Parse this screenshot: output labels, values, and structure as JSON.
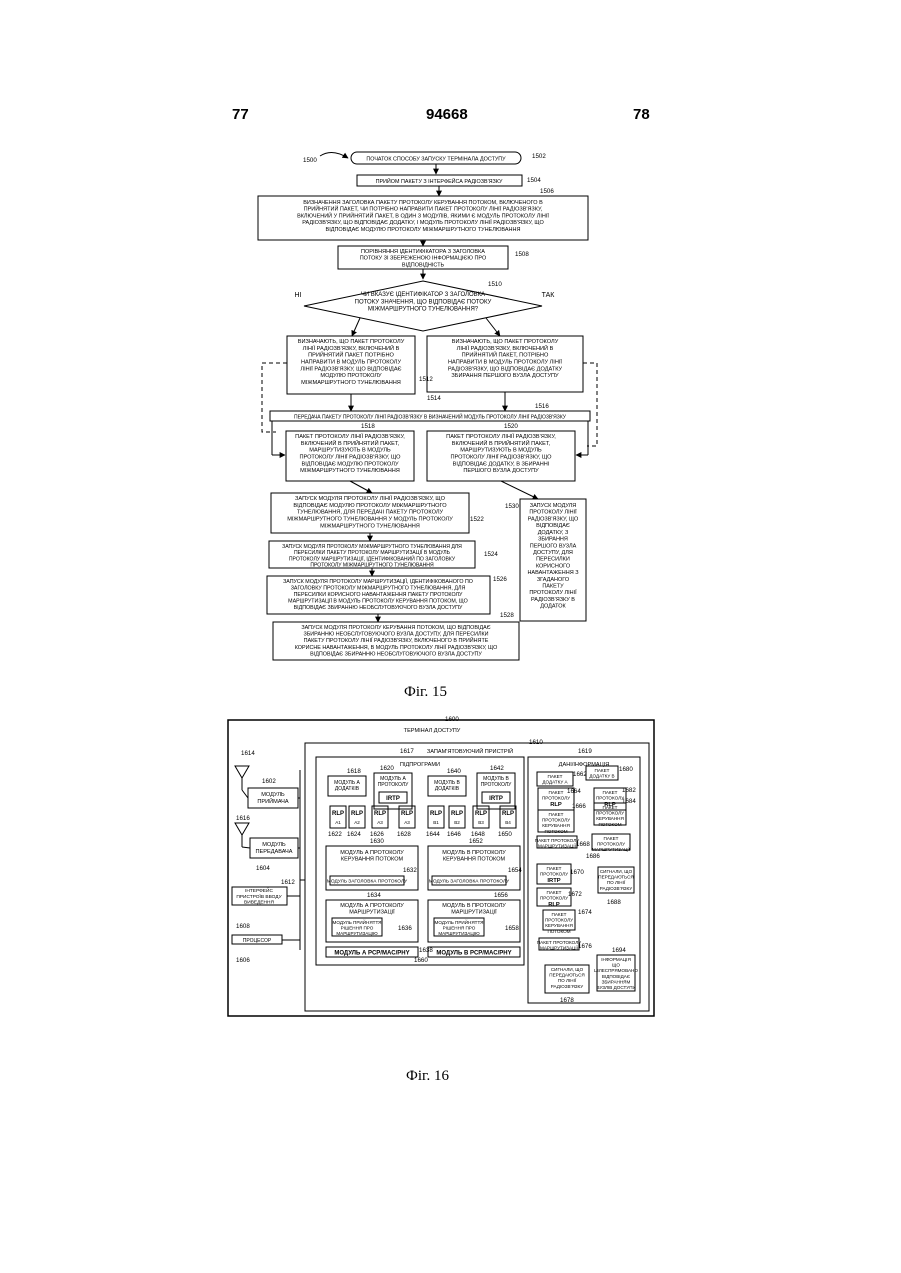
{
  "header": {
    "left_page": "77",
    "doc_number": "94668",
    "right_page": "78"
  },
  "fig15": {
    "caption": "Фіг. 15",
    "ref_main": "1500",
    "start": {
      "text": "ПОЧАТОК СПОСОБУ ЗАПУСКУ ТЕРМІНАЛА ДОСТУПУ",
      "ref": "1502"
    },
    "receive": {
      "text": "ПРИЙОМ ПАКЕТУ З ІНТЕРФЕЙСА РАДІОЗВ'ЯЗКУ",
      "ref": "1504"
    },
    "determine": {
      "ref": "1506",
      "lines": [
        "ВИЗНАЧЕННЯ ЗАГОЛОВКА ПАКЕТУ ПРОТОКОЛУ КЕРУВАННЯ ПОТОКОМ, ВКЛЮЧЕНОГО В",
        "ПРИЙНЯТИЙ ПАКЕТ, ЧИ ПОТРІБНО НАПРАВИТИ ПАКЕТ ПРОТОКОЛУ ЛІНІЇ РАДІОЗВ'ЯЗКУ,",
        "ВКЛЮЧЕНИЙ У ПРИЙНЯТИЙ ПАКЕТ, В ОДИН З МОДУЛІВ, ЯКИМИ Є МОДУЛЬ ПРОТОКОЛУ ЛІНІЇ",
        "РАДІОЗВ'ЯЗКУ, ЩО ВІДПОВІДАЄ ДОДАТКУ, І МОДУЛЬ ПРОТОКОЛУ ЛІНІЇ РАДІОЗВ'ЯЗКУ, ЩО",
        "ВІДПОВІДАЄ МОДУЛЮ ПРОТОКОЛУ МІЖМАРШРУТНОГО ТУНЕЛЮВАННЯ"
      ]
    },
    "compare": {
      "ref": "1508",
      "lines": [
        "ПОРІВНЯННЯ ІДЕНТИФІКАТОРА З ЗАГОЛОВКА",
        "ПОТОКУ ЗІ ЗБЕРЕЖЕНОЮ ІНФОРМАЦІЄЮ ПРО",
        "ВІДПОВІДНІСТЬ"
      ]
    },
    "decision": {
      "ref": "1510",
      "no": "НІ",
      "yes": "ТАК",
      "lines": [
        "ЧИ ВКАЗУЄ ІДЕНТИФІКАТОР З ЗАГОЛОВКА",
        "ПОТОКУ ЗНАЧЕННЯ, ЩО ВІДПОВІДАЄ ПОТОКУ",
        "МІЖМАРШРУТНОГО ТУНЕЛЮВАННЯ?"
      ]
    },
    "b1512": {
      "ref": "1512",
      "lines": [
        "ВИЗНАЧАЮТЬ, ЩО ПАКЕТ ПРОТОКОЛУ",
        "ЛІНІЇ РАДІОЗВ'ЯЗКУ, ВКЛЮЧЕНИЙ В",
        "ПРИЙНЯТИЙ ПАКЕТ ПОТРІБНО",
        "НАПРАВИТИ В МОДУЛЬ ПРОТОКОЛУ",
        "ЛІНІЇ РАДІОЗВ'ЯЗКУ, ЩО ВІДПОВІДАЄ",
        "МОДУЛЮ ПРОТОКОЛУ",
        "МІЖМАРШРУТНОГО ТУНЕЛЮВАННЯ"
      ]
    },
    "b1514": {
      "ref": "1514",
      "lines": [
        "ВИЗНАЧАЮТЬ, ЩО ПАКЕТ ПРОТОКОЛУ",
        "ЛІНІЇ РАДІОЗВ'ЯЗКУ, ВКЛЮЧЕНИЙ В",
        "ПРИЙНЯТИЙ ПАКЕТ, ПОТРІБНО",
        "НАПРАВИТИ В МОДУЛЬ ПРОТОКОЛУ ЛІНІЇ",
        "РАДІОЗВ'ЯЗКУ, ЩО ВІДПОВІДАЄ ДОДАТКУ",
        "ЗБИРАННЯ ПЕРШОГО ВУЗЛА ДОСТУПУ"
      ]
    },
    "b1516": {
      "ref": "1516",
      "text": "ПЕРЕДАЧА ПАКЕТУ ПРОТОКОЛУ ЛІНІЇ РАДІОЗВ'ЯЗКУ В ВИЗНАЧЕНИЙ МОДУЛЬ ПРОТОКОЛУ ЛІНІЇ РАДІОЗВ'ЯЗКУ"
    },
    "b1518": {
      "ref": "1518",
      "lines": [
        "ПАКЕТ ПРОТОКОЛУ ЛІНІЇ РАДІОЗВ'ЯЗКУ,",
        "ВКЛЮЧЕНИЙ В ПРИЙНЯТИЙ ПАКЕТ,",
        "МАРШРУТИЗУЮТЬ В МОДУЛЬ",
        "ПРОТОКОЛУ ЛІНІЇ РАДІОЗВ'ЯЗКУ, ЩО",
        "ВІДПОВІДАЄ МОДУЛЮ ПРОТОКОЛУ",
        "МІЖМАРШРУТНОГО ТУНЕЛЮВАННЯ"
      ]
    },
    "b1520": {
      "ref": "1520",
      "lines": [
        "ПАКЕТ ПРОТОКОЛУ ЛІНІЇ РАДІОЗВ'ЯЗКУ,",
        "ВКЛЮЧЕНИЙ В ПРИЙНЯТИЙ ПАКЕТ,",
        "МАРШРУТИЗУЮТЬ В МОДУЛЬ",
        "ПРОТОКОЛУ ЛІНІЇ РАДІОЗВ'ЯЗКУ, ЩО",
        "ВІДПОВІДАЄ ДОДАТКУ, В ЗБИРАННІ",
        "ПЕРШОГО ВУЗЛА ДОСТУПУ"
      ]
    },
    "b1522": {
      "ref": "1522",
      "lines": [
        "ЗАПУСК МОДУЛЯ ПРОТОКОЛУ ЛІНІЇ РАДІОЗВ'ЯЗКУ, ЩО",
        "ВІДПОВІДАЄ МОДУЛЮ ПРОТОКОЛУ МІЖМАРШРУТНОГО",
        "ТУНЕЛЮВАННЯ, ДЛЯ ПЕРЕДАЧІ ПАКЕТУ ПРОТОКОЛУ",
        "МІЖМАРШРУТНОГО ТУНЕЛЮВАННЯ У МОДУЛЬ ПРОТОКОЛУ",
        "МІЖМАРШРУТНОГО ТУНЕЛЮВАННЯ"
      ]
    },
    "b1524": {
      "ref": "1524",
      "lines": [
        "ЗАПУСК МОДУЛЯ ПРОТОКОЛУ МІЖМАРШРУТНОГО ТУНЕЛЮВАННЯ ДЛЯ",
        "ПЕРЕСИЛКИ ПАКЕТУ ПРОТОКОЛУ МАРШРУТИЗАЦІЇ В МОДУЛЬ",
        "ПРОТОКОЛУ МАРШРУТИЗАЦІЇ, ІДЕНТИФІКОВАНИЙ ПО ЗАГОЛОВКУ",
        "ПРОТОКОЛУ МІЖМАРШРУТНОГО ТУНЕЛЮВАННЯ"
      ]
    },
    "b1526": {
      "ref": "1526",
      "lines": [
        "ЗАПУСК МОДУЛЯ ПРОТОКОЛУ МАРШРУТИЗАЦІЇ, ІДЕНТИФІКОВАНОГО ПО",
        "ЗАГОЛОВКУ ПРОТОКОЛУ МІЖМАРШРУТНОГО ТУНЕЛЮВАННЯ, ДЛЯ",
        "ПЕРЕСИЛКИ КОРИСНОГО НАВАНТАЖЕННЯ ПАКЕТУ ПРОТОКОЛУ",
        "МАРШРУТИЗАЦІЇ В МОДУЛЬ ПРОТОКОЛУ КЕРУВАННЯ ПОТОКОМ, ЩО",
        "ВІДПОВІДАЄ ЗБИРАННЮ НЕОБСЛУГОВУЮЧОГО ВУЗЛА ДОСТУПУ"
      ]
    },
    "b1528": {
      "ref": "1528",
      "lines": [
        "ЗАПУСК МОДУЛЯ ПРОТОКОЛУ КЕРУВАННЯ ПОТОКОМ, ЩО ВІДПОВІДАЄ",
        "ЗБИРАННЮ НЕОБСЛУГОВУЮЧОГО ВУЗЛА ДОСТУПУ, ДЛЯ ПЕРЕСИЛКИ",
        "ПАКЕТУ ПРОТОКОЛУ ЛІНІЇ РАДІОЗВ'ЯЗКУ, ВКЛЮЧЕНОГО В ПРИЙНЯТЕ",
        "КОРИСНЕ НАВАНТАЖЕННЯ, В МОДУЛЬ ПРОТОКОЛУ ЛІНІЇ РАДІОЗВ'ЯЗКУ, ЩО",
        "ВІДПОВІДАЄ ЗБИРАННЮ НЕОБСЛУГОВУЮЧОГО ВУЗЛА ДОСТУПУ"
      ]
    },
    "b1530": {
      "ref": "1530",
      "lines": [
        "ЗАПУСК МОДУЛЯ",
        "ПРОТОКОЛУ ЛІНІЇ",
        "РАДІОЗВ'ЯЗКУ, ЩО",
        "ВІДПОВІДАЄ",
        "ДОДАТКУ, З",
        "ЗБИРАННЯ",
        "ПЕРШОГО ВУЗЛА",
        "ДОСТУПУ, ДЛЯ",
        "ПЕРЕСИЛКИ",
        "КОРИСНОГО",
        "НАВАНТАЖЕННЯ З",
        "ЗГАДАНОГО",
        "ПАКЕТУ",
        "ПРОТОКОЛУ ЛІНІЇ",
        "РАДІОЗВ'ЯЗКУ В",
        "ДОДАТОК"
      ]
    }
  },
  "fig16": {
    "caption": "Фіг. 16",
    "ref_main": "1600",
    "terminal": "ТЕРМІНАЛ ДОСТУПУ",
    "memory": {
      "label": "ЗАПАМ'ЯТОВУЮЧИЙ ПРИСТРІЙ",
      "ref": "1610"
    },
    "routines": {
      "label": "ПІДПРОГРАМИ",
      "ref": "1617"
    },
    "info": {
      "label": "ДАНІ/ІНФОРМАЦІЯ",
      "ref": "1619"
    },
    "antennas": {
      "rx": "1614",
      "tx": "1616"
    },
    "receiver": {
      "lines": [
        "МОДУЛЬ",
        "ПРИЙМАЧА"
      ],
      "ref": "1602"
    },
    "transmitter": {
      "lines": [
        "МОДУЛЬ",
        "ПЕРЕДАВАЧА"
      ],
      "ref": "1604"
    },
    "bus": "1612",
    "io": {
      "lines": [
        "ІНТЕРФЕЙС",
        "ПРИСТРОЇВ ВВОДУ",
        "ВИВЕДЕННЯ"
      ],
      "ref": "1608"
    },
    "processor": {
      "label": "ПРОЦЕСОР",
      "ref": "1606"
    },
    "modA": {
      "lines": [
        "МОДУЛЬ А",
        "ДОДАТКІВ"
      ],
      "ref": "1618"
    },
    "modAp": {
      "lines": [
        "МОДУЛЬ А",
        "ПРОТОКОЛУ"
      ],
      "tag": "IRTP",
      "ref": "1620"
    },
    "modB": {
      "lines": [
        "МОДУЛЬ В",
        "ДОДАТКІВ"
      ],
      "ref": "1640"
    },
    "modBp": {
      "lines": [
        "МОДУЛЬ В",
        "ПРОТОКОЛУ"
      ],
      "tag": "IRTP",
      "ref": "1642"
    },
    "rlp": {
      "name": "RLP",
      "a": [
        "A1",
        "A2",
        "A3",
        "A3"
      ],
      "b": [
        "B1",
        "B2",
        "B3",
        "B4"
      ],
      "refs_a": [
        "1622",
        "1624",
        "1626",
        "1628"
      ],
      "refs_b": [
        "1644",
        "1646",
        "1648",
        "1650"
      ]
    },
    "fcA": {
      "title": [
        "МОДУЛЬ А ПРОТОКОЛУ",
        "КЕРУВАННЯ ПОТОКОМ"
      ],
      "ref": "1630",
      "sub": "МОДУЛЬ ЗАГОЛОВКА ПРОТОКОЛУ",
      "sub_ref": "1632"
    },
    "fcB": {
      "title": [
        "МОДУЛЬ В ПРОТОКОЛУ",
        "КЕРУВАННЯ ПОТОКОМ"
      ],
      "ref": "1652",
      "sub": "МОДУЛЬ ЗАГОЛОВКА ПРОТОКОЛУ",
      "sub_ref": "1654"
    },
    "rtA": {
      "title": [
        "МОДУЛЬ А ПРОТОКОЛУ",
        "МАРШРУТИЗАЦІЇ"
      ],
      "ref": "1634",
      "sub": [
        "МОДУЛЬ ПРИЙНЯТТЯ",
        "РІШЕННЯ ПРО",
        "МАРШРУТИЗАЦІЮ"
      ],
      "sub_ref": "1636"
    },
    "rtB": {
      "title": [
        "МОДУЛЬ В ПРОТОКОЛУ",
        "МАРШРУТИЗАЦІЇ"
      ],
      "ref": "1656",
      "sub": [
        "МОДУЛЬ ПРИЙНЯТТЯ",
        "РІШЕННЯ ПРО",
        "МАРШРУТИЗАЦІЮ"
      ],
      "sub_ref": "1658"
    },
    "pcrA": {
      "label": "МОДУЛЬ А PCP/MAC/PHY",
      "ref": "1638"
    },
    "pcrB": {
      "label": "МОДУЛЬ В PCP/MAC/PHY",
      "ref": "1660"
    },
    "info_items": {
      "i1662": {
        "lines": [
          "ПАКЕТ",
          "ДОДАТКУ А"
        ],
        "ref": "1662"
      },
      "i1680": {
        "lines": [
          "ПАКЕТ",
          "ДОДАТКУ В"
        ],
        "ref": "1680"
      },
      "i1664": {
        "lines": [
          "ПАКЕТ",
          "ПРОТОКОЛУ"
        ],
        "tag": "RLP",
        "ref": "1664"
      },
      "i1682": {
        "lines": [
          "ПАКЕТ",
          "ПРОТОКОЛУ"
        ],
        "tag": "RLP",
        "ref": "1682"
      },
      "i1666": {
        "lines": [
          "ПАКЕТ",
          "ПРОТОКОЛУ",
          "КЕРУВАННЯ",
          "ПОТОКОМ"
        ],
        "ref": "1666"
      },
      "i1684": {
        "lines": [
          "ПАКЕТ",
          "ПРОТОКОЛУ",
          "КЕРУВАННЯ",
          "ПОТОКОМ"
        ],
        "ref": "1684"
      },
      "i1668": {
        "lines": [
          "ПАКЕТ ПРОТОКОЛУ",
          "МАРШРУТИЗАЦІЇ"
        ],
        "ref": "1668"
      },
      "i1686": {
        "lines": [
          "ПАКЕТ",
          "ПРОТОКОЛУ",
          "МАРШРУТИЗАЦІЇ"
        ],
        "ref": "1686"
      },
      "i1670": {
        "lines": [
          "ПАКЕТ",
          "ПРОТОКОЛУ"
        ],
        "tag": "IRTP",
        "ref": "1670"
      },
      "i1688": {
        "lines": [
          "СИГНАЛИ, ЩО",
          "ПЕРЕДАЮТЬСЯ",
          "ПО ЛІНІЇ",
          "РАДІОЗВ'ЯЗКУ"
        ],
        "ref": "1688"
      },
      "i1672": {
        "lines": [
          "ПАКЕТ",
          "ПРОТОКОЛУ"
        ],
        "tag": "RLP",
        "ref": "1672"
      },
      "i1674": {
        "lines": [
          "ПАКЕТ",
          "ПРОТОКОЛУ",
          "КЕРУВАННЯ",
          "ПОТОКОМ"
        ],
        "ref": "1674"
      },
      "i1676": {
        "lines": [
          "ПАКЕТ ПРОТОКОЛУ",
          "МАРШРУТИЗАЦІЇ"
        ],
        "ref": "1676"
      },
      "i1678": {
        "lines": [
          "СИГНАЛИ, ЩО",
          "ПЕРЕДАЮТЬСЯ",
          "ПО ЛІНІЇ",
          "РАДІОЗВ'ЯЗКУ"
        ],
        "ref": "1678"
      },
      "i1694": {
        "lines": [
          "ІНФОРМАЦІЯ",
          "ЩО",
          "ЦІЛЕСПРЯМОВАНО",
          "ВІДПОВІДАЄ",
          "ЗБИРАННЯМ",
          "ВУЗЛІВ ДОСТУПУ"
        ],
        "ref": "1694"
      }
    }
  }
}
